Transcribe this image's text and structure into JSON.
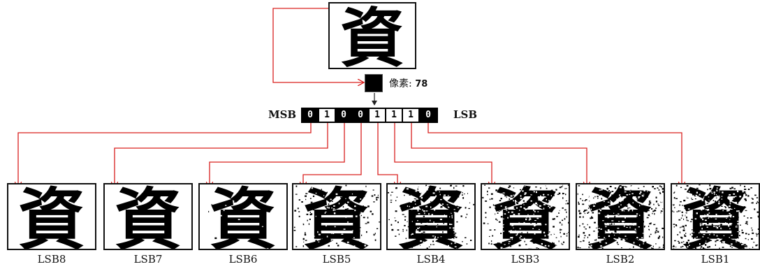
{
  "source_image": {
    "character": "資"
  },
  "pixel": {
    "label": "像素:",
    "value": "78"
  },
  "bits": {
    "msb_label": "MSB",
    "lsb_label": "LSB",
    "values": [
      "0",
      "1",
      "0",
      "0",
      "1",
      "1",
      "1",
      "0"
    ]
  },
  "planes": [
    {
      "label": "LSB8",
      "character": "資",
      "noise": 0.0
    },
    {
      "label": "LSB7",
      "character": "資",
      "noise": 0.0
    },
    {
      "label": "LSB6",
      "character": "資",
      "noise": 0.02
    },
    {
      "label": "LSB5",
      "character": "資",
      "noise": 0.25
    },
    {
      "label": "LSB4",
      "character": "資",
      "noise": 0.35
    },
    {
      "label": "LSB3",
      "character": "資",
      "noise": 0.45
    },
    {
      "label": "LSB2",
      "character": "資",
      "noise": 0.55
    },
    {
      "label": "LSB1",
      "character": "資",
      "noise": 0.6
    }
  ],
  "colors": {
    "arrow": "#d9211f",
    "frame": "#111111",
    "ink": "#000000"
  }
}
